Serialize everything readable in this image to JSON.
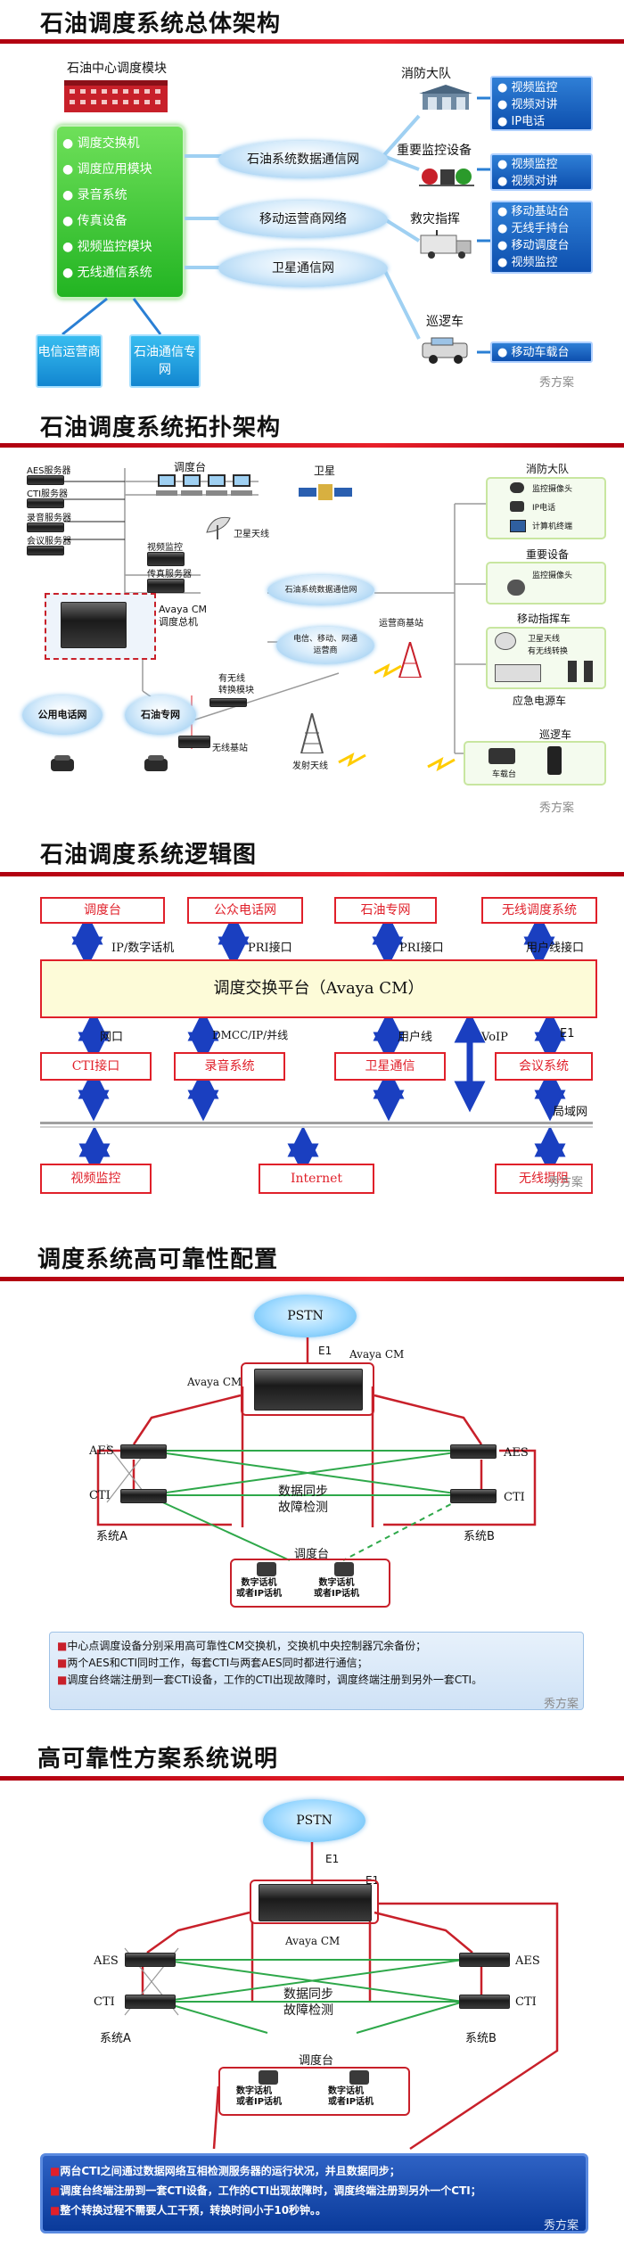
{
  "p1": {
    "title": "石油调度系统总体架构",
    "center_label": "石油中心调度模块",
    "modules": [
      "调度交换机",
      "调度应用模块",
      "录音系统",
      "传真设备",
      "视频监控模块",
      "无线通信系统"
    ],
    "clouds": [
      "石油系统数据通信网",
      "移动运营商网络",
      "卫星通信网"
    ],
    "bottom_boxes": [
      "电信运营商",
      "石油通信专网"
    ],
    "sites": [
      {
        "label": "消防大队",
        "items": [
          "视频监控",
          "视频对讲",
          "IP电话"
        ]
      },
      {
        "label": "重要监控设备",
        "items": [
          "视频监控",
          "视频对讲"
        ]
      },
      {
        "label": "救灾指挥",
        "items": [
          "移动基站台",
          "无线手持台",
          "移动调度台",
          "视频监控"
        ]
      },
      {
        "label": "巡逻车",
        "items": [
          "移动车载台"
        ]
      }
    ],
    "watermark": "秀方案"
  },
  "p2": {
    "title": "石油调度系统拓扑架构",
    "servers": [
      "AES服务器",
      "CTI服务器",
      "录音服务器",
      "会议服务器"
    ],
    "dispatch": "调度台",
    "satellite": "卫星",
    "sat_antenna": "卫星天线",
    "video": "视频监控",
    "fax": "传真服务器",
    "avaya": "Avaya CM\n调度总机",
    "cloud1": "石油系统数据通信网",
    "cloud2": "电信、移动、网通\n运营商",
    "carrier_station": "运营商基站",
    "wireless_module": "有无线\n转换模块",
    "wireless_base": "无线基站",
    "tx_antenna": "发射天线",
    "pstn": "公用电话网",
    "oilnet": "石油专网",
    "fire": "消防大队",
    "fire_items": [
      "监控摄像头",
      "IP电话",
      "计算机终端"
    ],
    "monitor": "重要设备",
    "monitor_items": [
      "监控摄像头"
    ],
    "cmd": "移动指挥车",
    "cmd_items": [
      "卫星天线",
      "有无线转换"
    ],
    "power": "应急电源车",
    "patrol": "巡逻车",
    "patrol_items": [
      "车载台"
    ],
    "watermark": "秀方案"
  },
  "p3": {
    "title": "石油调度系统逻辑图",
    "top": [
      "调度台",
      "公众电话网",
      "石油专网",
      "无线调度系统"
    ],
    "top_links": [
      "IP/数字话机",
      "PRI接口",
      "PRI接口",
      "用户线接口"
    ],
    "platform": "调度交换平台（Avaya CM）",
    "mid": [
      "CTI接口",
      "录音系统",
      "卫星通信",
      "会议系统"
    ],
    "mid_links": [
      "网口",
      "DMCC/IP/并线",
      "用户线",
      "E1"
    ],
    "voip": "VoIP",
    "lan": "局域网",
    "bottom": [
      "视频监控",
      "Internet",
      "无线摄阻"
    ],
    "watermark": "秀方案"
  },
  "p4": {
    "title": "调度系统高可靠性配置",
    "pstn": "PSTN",
    "e1": "E1",
    "avaya1": "Avaya CM",
    "avaya2": "Avaya CM",
    "aes": "AES",
    "cti": "CTI",
    "sysA": "系统A",
    "sysB": "系统B",
    "sync": "数据同步",
    "detect": "故障检测",
    "console": "调度台",
    "phone": "数字话机\n或者IP话机",
    "notes": [
      "中心点调度设备分别采用高可靠性CM交换机，交换机中央控制器冗余备份；",
      "两个AES和CTI同时工作，每套CTI与两套AES同时都进行通信；",
      "调度台终端注册到一套CTI设备，工作的CTI出现故障时，调度终端注册到另外一套CTI。"
    ],
    "watermark": "秀方案"
  },
  "p5": {
    "title": "高可靠性方案系统说明",
    "pstn": "PSTN",
    "e1a": "E1",
    "e1b": "E1",
    "avaya": "Avaya CM",
    "aes": "AES",
    "cti": "CTI",
    "sysA": "系统A",
    "sysB": "系统B",
    "sync": "数据同步",
    "detect": "故障检测",
    "console": "调度台",
    "phone": "数字话机\n或者IP话机",
    "notes": [
      "两台CTI之间通过数据网络互相检测服务器的运行状况，并且数据同步；",
      "调度台终端注册到一套CTI设备，工作的CTI出现故障时，调度终端注册到另外一个CTI；",
      "整个转换过程不需要人工干预，转换时间小于10秒钟。。"
    ],
    "watermark": "秀方案"
  }
}
